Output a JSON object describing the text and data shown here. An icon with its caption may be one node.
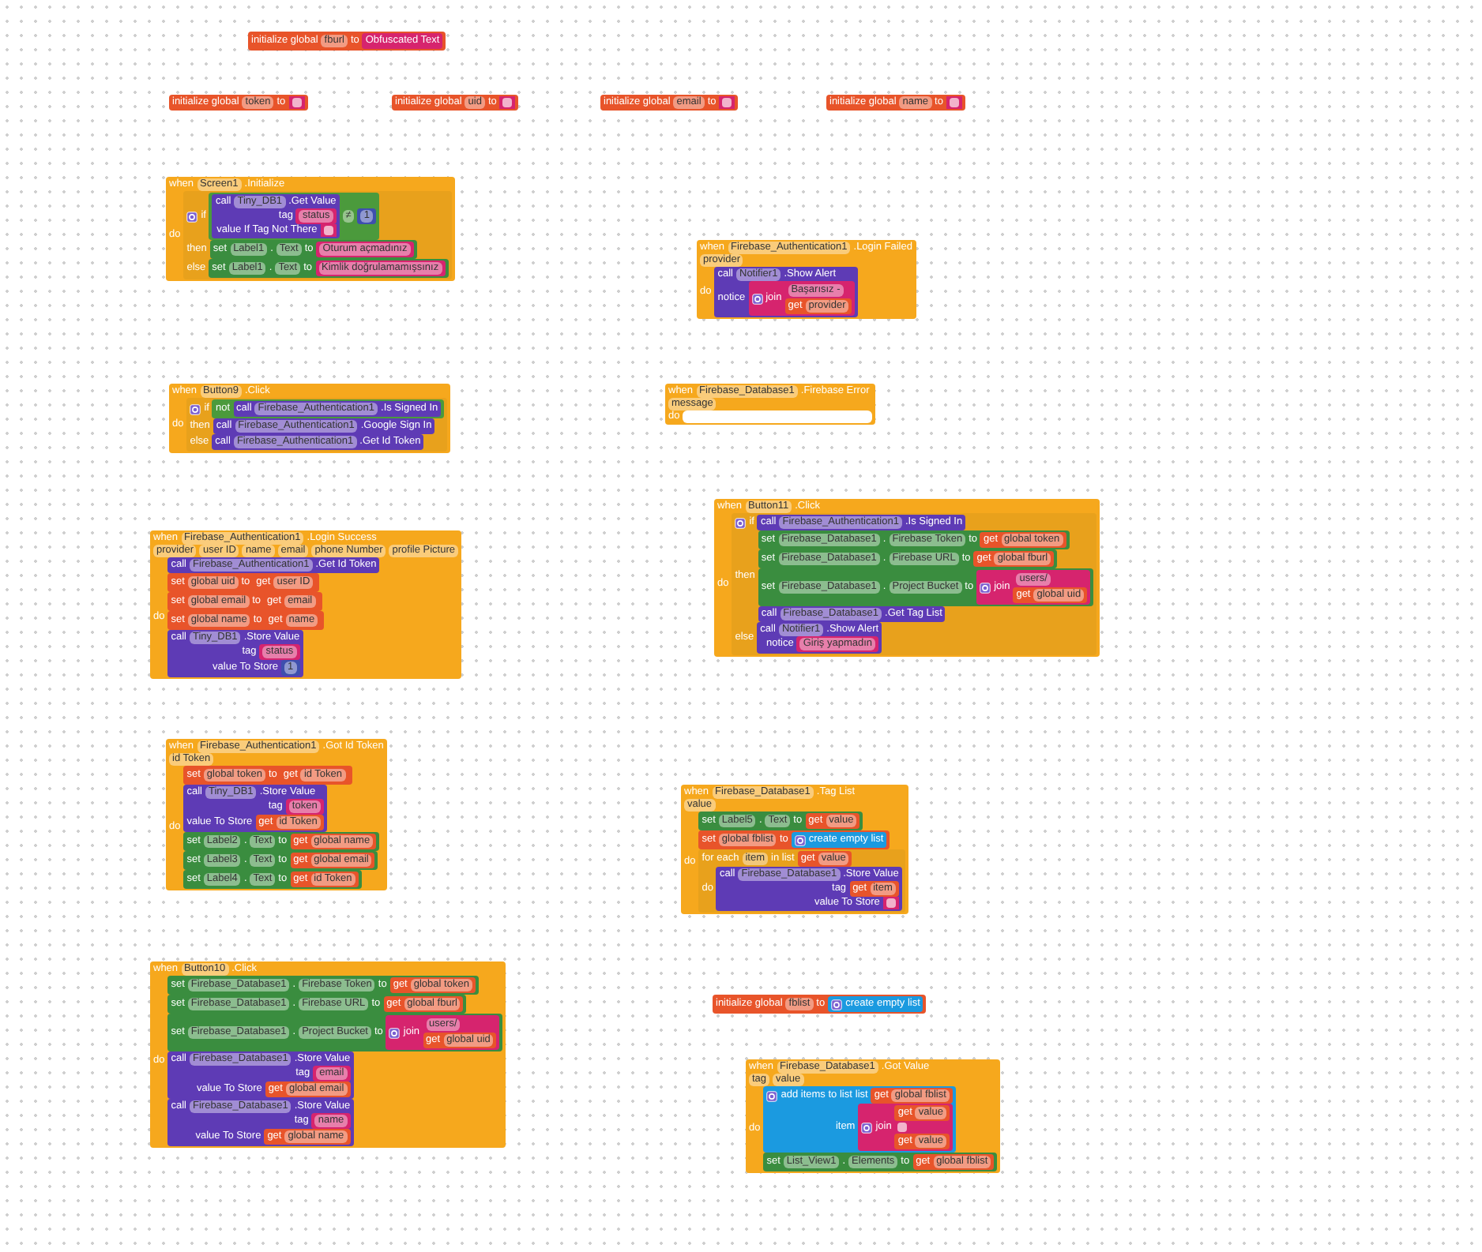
{
  "diagram": {
    "nodes": [
      {
        "text": [
          "initialize global",
          "fburl",
          "to"
        ]
      },
      {
        "text": [
          "Obfuscated Text"
        ],
        "in": 0
      },
      {
        "text": [
          "initialize global",
          "token",
          "to"
        ]
      },
      {
        "text": [],
        "shape": "box",
        "in": 2
      },
      {
        "text": [
          "initialize global",
          "uid",
          "to"
        ]
      },
      {
        "text": [],
        "shape": "box",
        "in": 4
      },
      {
        "text": [
          "initialize global",
          "email",
          "to"
        ]
      },
      {
        "text": [],
        "shape": "box",
        "in": 6
      },
      {
        "text": [
          "initialize global",
          "name",
          "to"
        ]
      },
      {
        "text": [],
        "shape": "box",
        "in": 8
      },
      {
        "text": [
          "when",
          "Screen1",
          ".Initialize",
          "do"
        ]
      },
      {
        "text": [
          "if",
          "then",
          "else"
        ],
        "in": 10
      },
      {
        "text": [
          "≠"
        ],
        "in": 11
      },
      {
        "text": [
          "call",
          "Tiny_DB1",
          ".Get Value",
          "tag",
          "value If Tag Not There"
        ],
        "in": 12
      },
      {
        "text": [
          "status"
        ],
        "in": 13
      },
      {
        "text": [],
        "shape": "box",
        "in": 13
      },
      {
        "text": [
          "1"
        ],
        "in": 12
      },
      {
        "text": [
          "set",
          "Label1",
          ".",
          "Text",
          "to"
        ],
        "in": 11
      },
      {
        "text": [
          "Oturum açmadınız"
        ],
        "in": 17
      },
      {
        "text": [
          "set",
          "Label1",
          ".",
          "Text",
          "to"
        ],
        "in": 11
      },
      {
        "text": [
          "Kimlik doğrulamamışsınız"
        ],
        "in": 19
      },
      {
        "text": [
          "when",
          "Firebase_Authentication1",
          ".Login Failed",
          "provider",
          "do"
        ]
      },
      {
        "text": [
          "call",
          "Notifier1",
          ".Show Alert",
          "notice"
        ],
        "in": 21
      },
      {
        "text": [
          "join"
        ],
        "in": 22
      },
      {
        "text": [
          "Başarısız -"
        ],
        "in": 23
      },
      {
        "text": [
          "get",
          "provider"
        ],
        "in": 23
      },
      {
        "text": [
          "when",
          "Button9",
          ".Click",
          "do"
        ]
      },
      {
        "text": [
          "if",
          "then",
          "else"
        ],
        "in": 26
      },
      {
        "text": [
          "not"
        ],
        "in": 27
      },
      {
        "text": [
          "call",
          "Firebase_Authentication1",
          ".Is Signed In"
        ],
        "in": 28
      },
      {
        "text": [
          "call",
          "Firebase_Authentication1",
          ".Google Sign In"
        ],
        "in": 27
      },
      {
        "text": [
          "call",
          "Firebase_Authentication1",
          ".Get Id Token"
        ],
        "in": 27
      },
      {
        "text": [
          "when",
          "Firebase_Database1",
          ".Firebase Error",
          "message",
          "do"
        ]
      },
      {
        "text": [
          "when",
          "Button11",
          ".Click",
          "do"
        ]
      },
      {
        "text": [
          "if",
          "then",
          "else"
        ],
        "in": 33
      },
      {
        "text": [
          "call",
          "Firebase_Authentication1",
          ".Is Signed In"
        ],
        "in": 34
      },
      {
        "text": [
          "set",
          "Firebase_Database1",
          ".",
          "Firebase Token",
          "to"
        ],
        "in": 34
      },
      {
        "text": [
          "get",
          "global token"
        ],
        "in": 36
      },
      {
        "text": [
          "set",
          "Firebase_Database1",
          ".",
          "Firebase URL",
          "to"
        ],
        "in": 34
      },
      {
        "text": [
          "get",
          "global fburl"
        ],
        "in": 38
      },
      {
        "text": [
          "set",
          "Firebase_Database1",
          ".",
          "Project Bucket",
          "to"
        ],
        "in": 34
      },
      {
        "text": [
          "join"
        ],
        "in": 40
      },
      {
        "text": [
          "users/"
        ],
        "in": 41
      },
      {
        "text": [
          "get",
          "global uid"
        ],
        "in": 41
      },
      {
        "text": [
          "call",
          "Firebase_Database1",
          ".Get Tag List"
        ],
        "in": 34
      },
      {
        "text": [
          "call",
          "Notifier1",
          ".Show Alert",
          "notice"
        ],
        "in": 34
      },
      {
        "text": [
          "Giriş yapmadın"
        ],
        "in": 45
      },
      {
        "text": [
          "when",
          "Firebase_Authentication1",
          ".Login Success",
          "provider",
          "user ID",
          "name",
          "email",
          "phone Number",
          "profile Picture",
          "do"
        ]
      },
      {
        "text": [
          "call",
          "Firebase_Authentication1",
          ".Get Id Token"
        ],
        "in": 47
      },
      {
        "text": [
          "set",
          "global uid",
          "to"
        ],
        "in": 47
      },
      {
        "text": [
          "get",
          "user ID"
        ],
        "in": 49
      },
      {
        "text": [
          "set",
          "global email",
          "to"
        ],
        "in": 47
      },
      {
        "text": [
          "get",
          "email"
        ],
        "in": 51
      },
      {
        "text": [
          "set",
          "global name",
          "to"
        ],
        "in": 47
      },
      {
        "text": [
          "get",
          "name"
        ],
        "in": 53
      },
      {
        "text": [
          "call",
          "Tiny_DB1",
          ".Store Value",
          "tag",
          "value To Store"
        ],
        "in": 47
      },
      {
        "text": [
          "status"
        ],
        "in": 55
      },
      {
        "text": [
          "1"
        ],
        "in": 55
      },
      {
        "text": [
          "when",
          "Firebase_Authentication1",
          ".Got Id Token",
          "id Token",
          "do"
        ]
      },
      {
        "text": [
          "set",
          "global token",
          "to"
        ],
        "in": 58
      },
      {
        "text": [
          "get",
          "id Token"
        ],
        "in": 59
      },
      {
        "text": [
          "call",
          "Tiny_DB1",
          ".Store Value",
          "tag",
          "value To Store"
        ],
        "in": 58
      },
      {
        "text": [
          "token"
        ],
        "in": 61
      },
      {
        "text": [
          "get",
          "id Token"
        ],
        "in": 61
      },
      {
        "text": [
          "set",
          "Label2",
          ".",
          "Text",
          "to"
        ],
        "in": 58
      },
      {
        "text": [
          "get",
          "global name"
        ],
        "in": 64
      },
      {
        "text": [
          "set",
          "Label3",
          ".",
          "Text",
          "to"
        ],
        "in": 58
      },
      {
        "text": [
          "get",
          "global email"
        ],
        "in": 66
      },
      {
        "text": [
          "set",
          "Label4",
          ".",
          "Text",
          "to"
        ],
        "in": 58
      },
      {
        "text": [
          "get",
          "id Token"
        ],
        "in": 68
      },
      {
        "text": [
          "when",
          "Firebase_Database1",
          ".Tag List",
          "value",
          "do"
        ]
      },
      {
        "text": [
          "set",
          "Label5",
          ".",
          "Text",
          "to"
        ],
        "in": 70
      },
      {
        "text": [
          "get",
          "value"
        ],
        "in": 71
      },
      {
        "text": [
          "set",
          "global fblist",
          "to"
        ],
        "in": 70
      },
      {
        "text": [
          "create empty list"
        ],
        "in": 73
      },
      {
        "text": [
          "for each",
          "item",
          "in list",
          "do"
        ],
        "in": 70
      },
      {
        "text": [
          "get",
          "value"
        ],
        "in": 75
      },
      {
        "text": [
          "call",
          "Firebase_Database1",
          ".Store Value",
          "tag",
          "value To Store"
        ],
        "in": 75
      },
      {
        "text": [
          "get",
          "item"
        ],
        "in": 77
      },
      {
        "text": [],
        "shape": "box",
        "in": 77
      },
      {
        "text": [
          "when",
          "Button10",
          ".Click",
          "do"
        ]
      },
      {
        "text": [
          "set",
          "Firebase_Database1",
          ".",
          "Firebase Token",
          "to"
        ],
        "in": 80
      },
      {
        "text": [
          "get",
          "global token"
        ],
        "in": 81
      },
      {
        "text": [
          "set",
          "Firebase_Database1",
          ".",
          "Firebase URL",
          "to"
        ],
        "in": 80
      },
      {
        "text": [
          "get",
          "global fburl"
        ],
        "in": 83
      },
      {
        "text": [
          "set",
          "Firebase_Database1",
          ".",
          "Project Bucket",
          "to"
        ],
        "in": 80
      },
      {
        "text": [
          "join"
        ],
        "in": 85
      },
      {
        "text": [
          "users/"
        ],
        "in": 86
      },
      {
        "text": [
          "get",
          "global uid"
        ],
        "in": 86
      },
      {
        "text": [
          "call",
          "Firebase_Database1",
          ".Store Value",
          "tag",
          "value To Store"
        ],
        "in": 80
      },
      {
        "text": [
          "email"
        ],
        "in": 89
      },
      {
        "text": [
          "get",
          "global email"
        ],
        "in": 89
      },
      {
        "text": [
          "call",
          "Firebase_Database1",
          ".Store Value",
          "tag",
          "value To Store"
        ],
        "in": 80
      },
      {
        "text": [
          "name"
        ],
        "in": 92
      },
      {
        "text": [
          "get",
          "global name"
        ],
        "in": 92
      },
      {
        "text": [
          "initialize global",
          "fblist",
          "to"
        ]
      },
      {
        "text": [
          "create empty list"
        ],
        "in": 95
      },
      {
        "text": [
          "when",
          "Firebase_Database1",
          ".Got Value",
          "tag",
          "value",
          "do"
        ]
      },
      {
        "text": [
          "add items to list",
          "list",
          "item"
        ],
        "in": 97
      },
      {
        "text": [
          "get",
          "global fblist"
        ],
        "in": 98
      },
      {
        "text": [
          "join"
        ],
        "in": 98
      },
      {
        "text": [
          "get",
          "value"
        ],
        "in": 100
      },
      {
        "text": [],
        "shape": "box",
        "in": 100
      },
      {
        "text": [
          "get",
          "value"
        ],
        "in": 100
      },
      {
        "text": [
          "set",
          "List_View1",
          ".",
          "Elements",
          "to"
        ],
        "in": 97
      },
      {
        "text": [
          "get",
          "global fblist"
        ],
        "in": 104
      }
    ]
  }
}
